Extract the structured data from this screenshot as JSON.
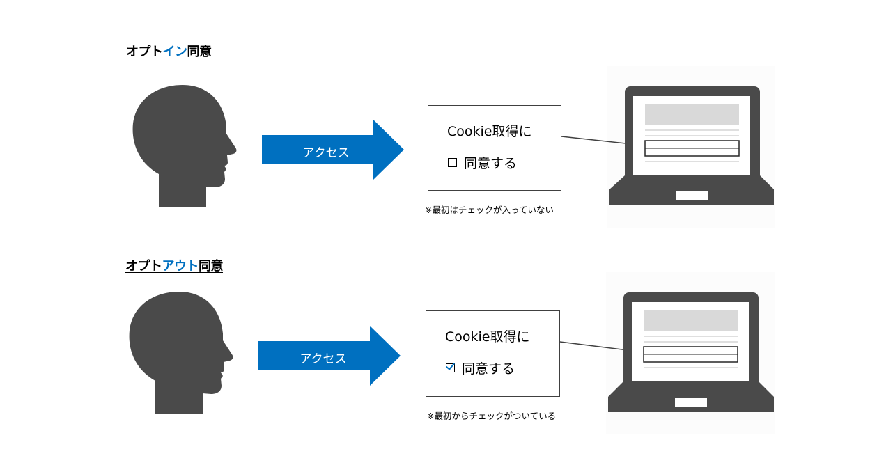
{
  "sections": [
    {
      "id": "optin",
      "heading_prefix": "オプト",
      "heading_accent": "イン",
      "heading_suffix": "同意",
      "arrow_label": "アクセス",
      "consent_title": "Cookie取得に",
      "consent_label": "同意する",
      "checked": false,
      "note": "※最初はチェックが入っていない"
    },
    {
      "id": "optout",
      "heading_prefix": "オプト",
      "heading_accent": "アウト",
      "heading_suffix": "同意",
      "arrow_label": "アクセス",
      "consent_title": "Cookie取得に",
      "consent_label": "同意する",
      "checked": true,
      "note": "※最初からチェックがついている"
    }
  ],
  "colors": {
    "accent": "#0070c0",
    "icon_gray": "#4a4a4a",
    "screen_bar": "#d9d9d9"
  },
  "icons": {
    "person": "person-head-silhouette-icon",
    "arrow": "arrow-right-icon",
    "laptop": "laptop-icon",
    "checkbox_empty": "checkbox-empty-icon",
    "checkbox_checked": "checkbox-checked-icon"
  }
}
